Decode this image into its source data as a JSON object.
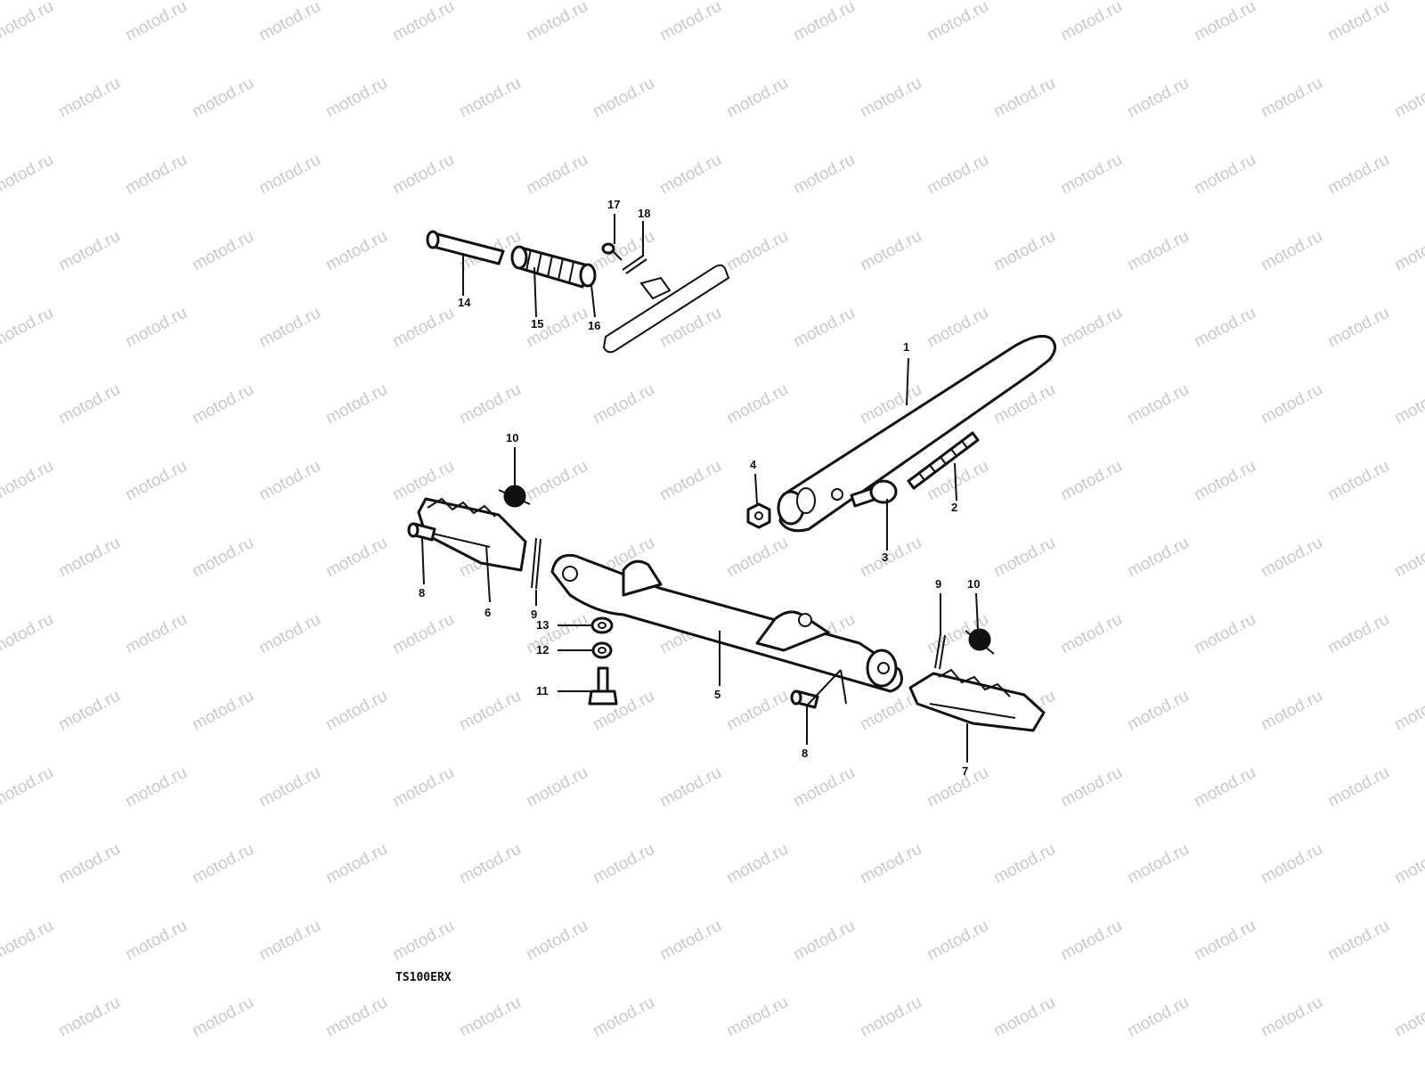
{
  "watermark": {
    "text": "motod.ru",
    "color": "#c9c9c9"
  },
  "model_code": "TS100ERX",
  "callouts": [
    "1",
    "2",
    "3",
    "4",
    "5",
    "6",
    "7",
    "8",
    "8",
    "9",
    "9",
    "10",
    "10",
    "11",
    "12",
    "13",
    "14",
    "15",
    "16",
    "17",
    "18"
  ]
}
